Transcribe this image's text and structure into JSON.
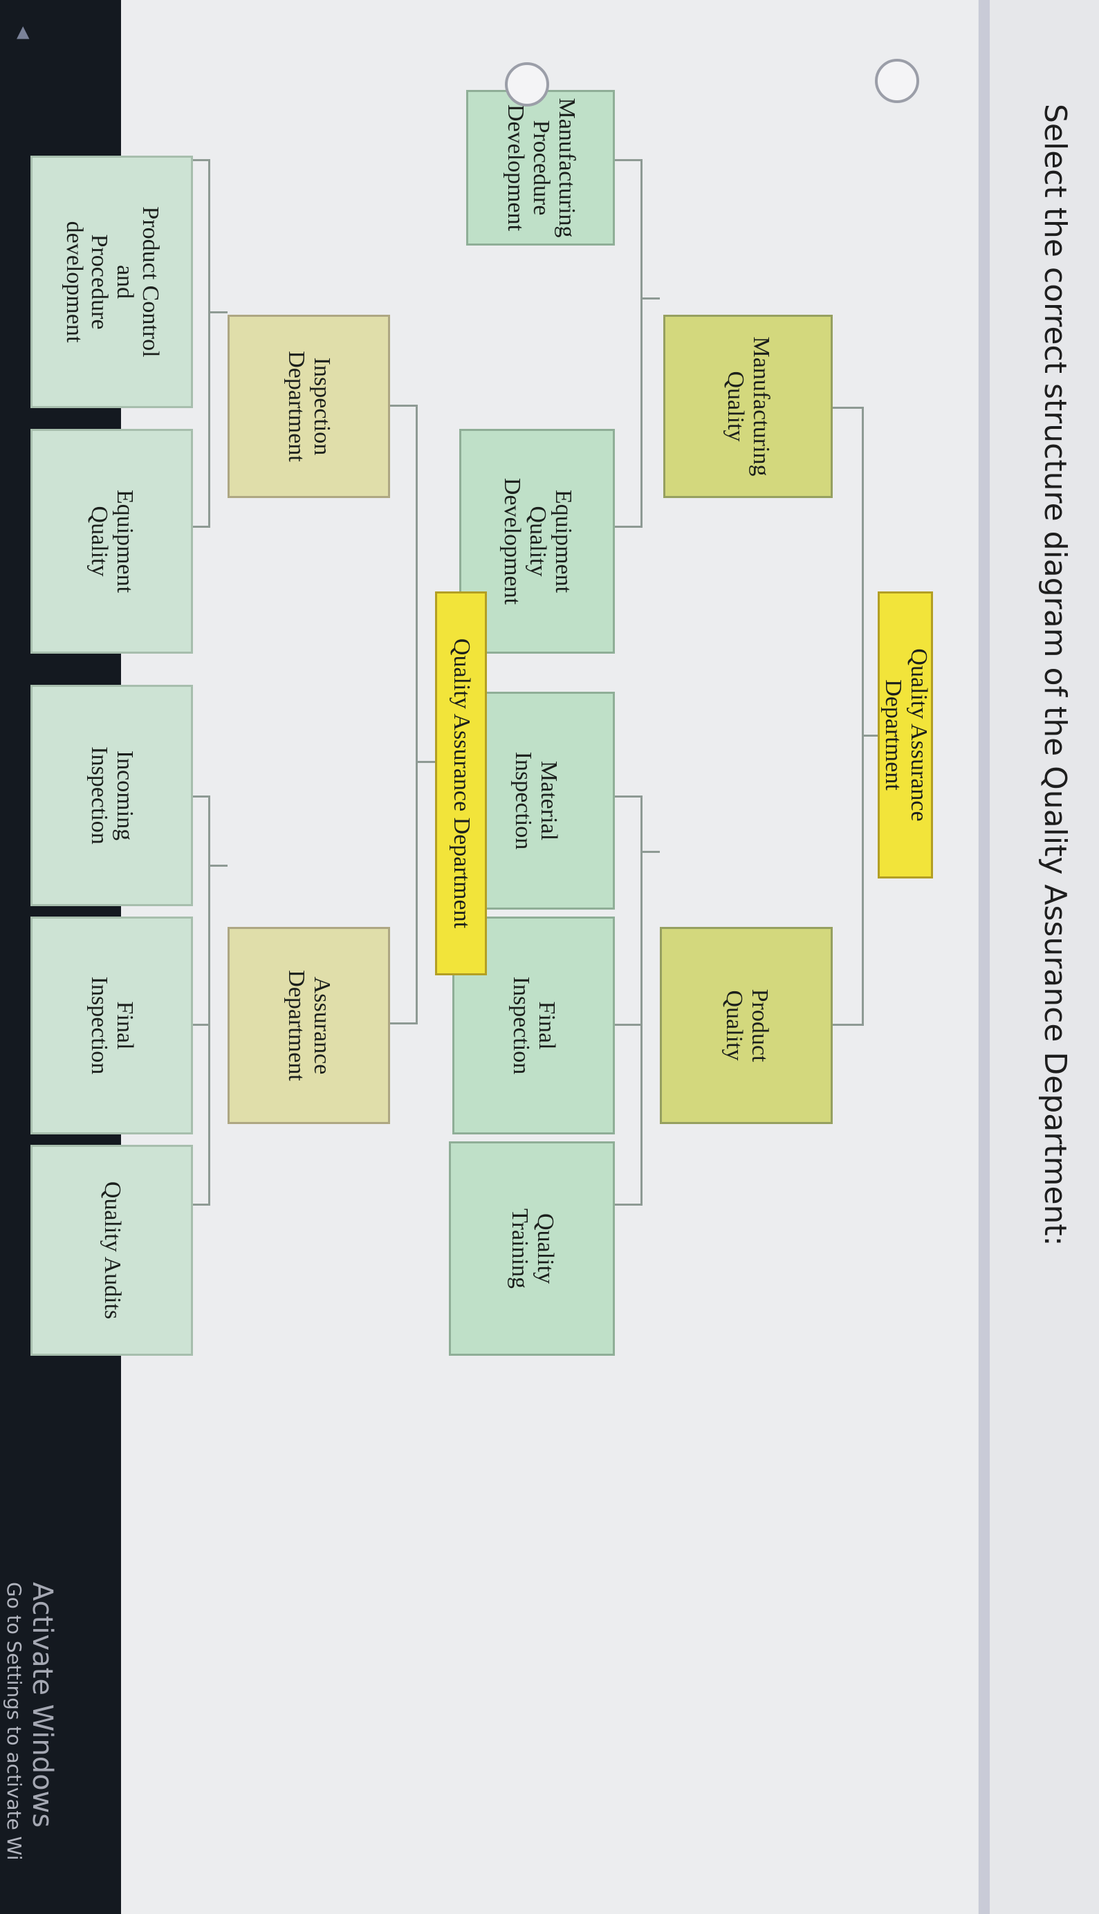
{
  "question": "Select the correct structure diagram of the Quality Assurance Department:",
  "option_a": {
    "root": "Quality Assurance Department",
    "left_mid": "Manufacturing\nQuality",
    "right_mid": "Product\nQuality",
    "leaves": [
      "Manufacturing\nProcedure\nDevelopment",
      "Equipment\nQuality\nDevelopment",
      "Material\nInspection",
      "Final\nInspection",
      "Quality\nTraining"
    ]
  },
  "option_b": {
    "root": "Quality Assurance Department",
    "left_mid": "Inspection\nDepartment",
    "right_mid": "Assurance\nDepartment",
    "leaves": [
      "Product Control\nand\nProcedure\ndevelopment",
      "Equipment\nQuality",
      "Incoming\nInspection",
      "Final\nInspection",
      "Quality Audits"
    ]
  },
  "watermark": {
    "title": "Activate Windows",
    "subtitle": "Go to Settings to activate Wi"
  },
  "icons": {
    "radio_a": "radio-button-icon",
    "radio_b": "radio-button-icon",
    "collapse": "chevron-icon"
  }
}
